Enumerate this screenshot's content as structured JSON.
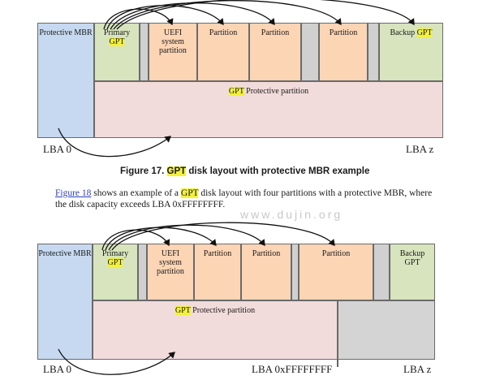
{
  "diagram1": {
    "protective_mbr": "Protective MBR",
    "primary": "Primary",
    "gpt": "GPT",
    "uefi": "UEFI",
    "system": "system",
    "partition_word": "partition",
    "partition": "Partition",
    "backup": "Backup",
    "protective_partition": "Protective partition",
    "lba0": "LBA 0",
    "lbaz": "LBA z"
  },
  "caption": {
    "prefix": "Figure 17.",
    "gpt": "GPT",
    "suffix": "disk layout with protective MBR example"
  },
  "paragraph": {
    "link": "Figure 18",
    "text1": "shows an example of a",
    "gpt": "GPT",
    "text2": "disk layout with four partitions with a protective MBR, where",
    "line2": "the disk capacity exceeds LBA 0xFFFFFFFF."
  },
  "watermark": "www.dujin.org",
  "diagram2": {
    "protective_mbr": "Protective MBR",
    "primary": "Primary",
    "gpt": "GPT",
    "uefi": "UEFI",
    "system": "system",
    "partition_word": "partition",
    "partition": "Partition",
    "backup": "Backup",
    "protective_partition": "Protective partition",
    "lba0": "LBA 0",
    "lbaffff": "LBA 0xFFFFFFFF",
    "lbaz": "LBA z"
  }
}
